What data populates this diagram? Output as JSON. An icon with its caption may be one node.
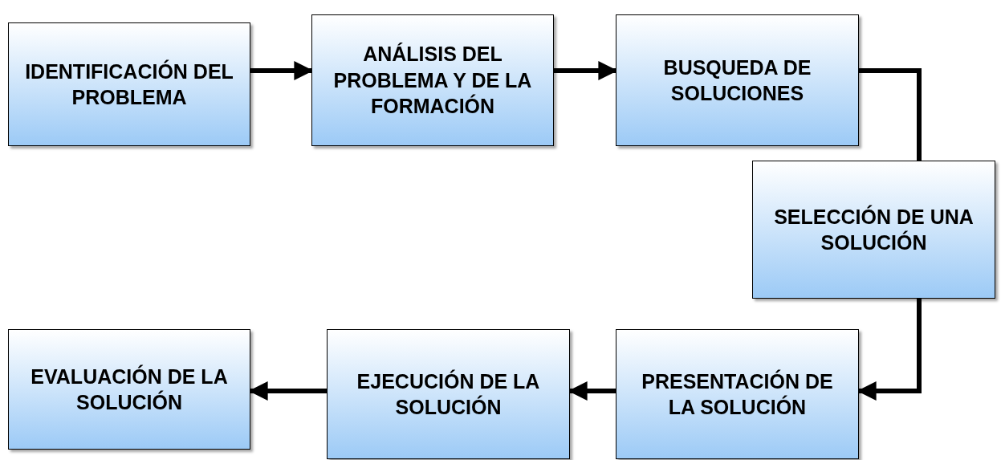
{
  "diagram": {
    "nodes": [
      {
        "text": [
          "IDENTIFICACIÓN DEL PROBLEMA"
        ]
      },
      {
        "text": [
          "ANÁLISIS DEL PROBLEMA Y DE LA FORMACIÓN"
        ]
      },
      {
        "text": [
          "BUSQUEDA DE SOLUCIONES"
        ]
      },
      {
        "text": [
          "SELECCIÓN DE UNA SOLUCIÓN"
        ]
      },
      {
        "text": [
          "PRESENTACIÓN DE LA SOLUCIÓN"
        ]
      },
      {
        "text": [
          "EJECUCIÓN DE LA SOLUCIÓN"
        ]
      },
      {
        "text": [
          "EVALUACIÓN DE LA SOLUCIÓN"
        ]
      }
    ],
    "edges": [
      {
        "from": 0,
        "to": 1,
        "arrow": "to"
      },
      {
        "from": 1,
        "to": 2,
        "arrow": "to"
      },
      {
        "from": 2,
        "to": 3,
        "arrow": "none"
      },
      {
        "from": 3,
        "to": 4,
        "arrow": "to"
      },
      {
        "from": 4,
        "to": 5,
        "arrow": "to"
      },
      {
        "from": 5,
        "to": 6,
        "arrow": "to"
      }
    ]
  }
}
